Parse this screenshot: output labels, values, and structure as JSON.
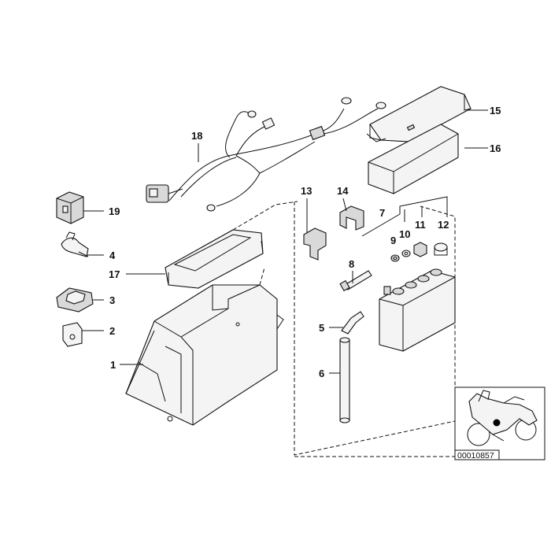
{
  "diagram": {
    "labels": {
      "p1": "1",
      "p2": "2",
      "p3": "3",
      "p4": "4",
      "p5": "5",
      "p6": "6",
      "p7": "7",
      "p8": "8",
      "p9": "9",
      "p10": "10",
      "p11": "11",
      "p12": "12",
      "p13": "13",
      "p14": "14",
      "p15": "15",
      "p16": "16",
      "p17": "17",
      "p18": "18",
      "p19": "19"
    },
    "reference_code": "00010857",
    "inset_icon": "motorcycle-icon"
  }
}
